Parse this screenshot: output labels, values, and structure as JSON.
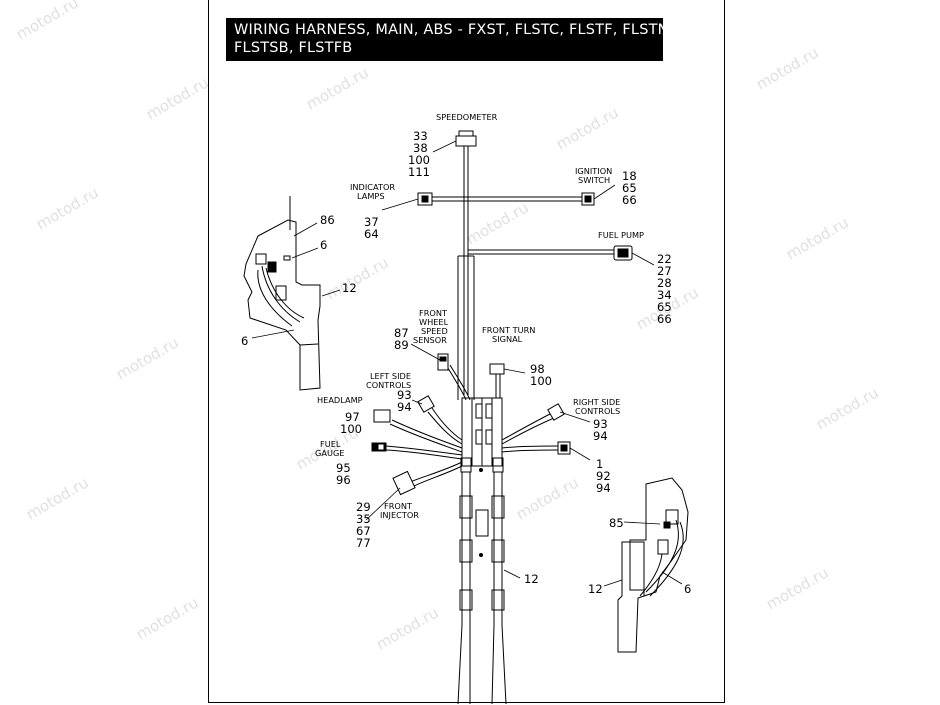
{
  "title": {
    "line1": "WIRING HARNESS, MAIN, ABS - FXST, FLSTC, FLSTF, FLSTN,",
    "line2": "FLSTSB, FLSTFB"
  },
  "watermark": "motod.ru",
  "labels": {
    "speedometer": "SPEEDOMETER",
    "indicator_1": "INDICATOR",
    "indicator_2": "LAMPS",
    "ignition_1": "IGNITION",
    "ignition_2": "SWITCH",
    "fuel_pump": "FUEL PUMP",
    "front_wheel_1": "FRONT",
    "front_wheel_2": "WHEEL",
    "front_wheel_3": "SPEED",
    "front_wheel_4": "SENSOR",
    "front_turn_1": "FRONT TURN",
    "front_turn_2": "SIGNAL",
    "left_side_1": "LEFT SIDE",
    "left_side_2": "CONTROLS",
    "right_side_1": "RIGHT SIDE",
    "right_side_2": "CONTROLS",
    "headlamp": "HEADLAMP",
    "fuel_gauge_1": "FUEL",
    "fuel_gauge_2": "GAUGE",
    "front_injector_1": "FRONT",
    "front_injector_2": "INJECTOR"
  },
  "callouts": {
    "speedometer": [
      "33",
      "38",
      "100",
      "111"
    ],
    "indicator": [
      "37",
      "64"
    ],
    "ignition": [
      "18",
      "65",
      "66"
    ],
    "fuel_pump": [
      "22",
      "27",
      "28",
      "34",
      "65",
      "66"
    ],
    "front_wheel": [
      "87",
      "89"
    ],
    "front_turn": [
      "98",
      "100"
    ],
    "left_side": [
      "93",
      "94"
    ],
    "right_side": [
      "93",
      "94"
    ],
    "headlamp": [
      "97",
      "100"
    ],
    "fuel_gauge": [
      "95",
      "96"
    ],
    "front_injector": [
      "29",
      "35",
      "67",
      "77"
    ],
    "right_lower": [
      "1",
      "92",
      "94"
    ],
    "main_trunk": "12",
    "left_detail": [
      "86",
      "6",
      "12",
      "6"
    ],
    "right_detail": [
      "85",
      "12",
      "6"
    ]
  }
}
